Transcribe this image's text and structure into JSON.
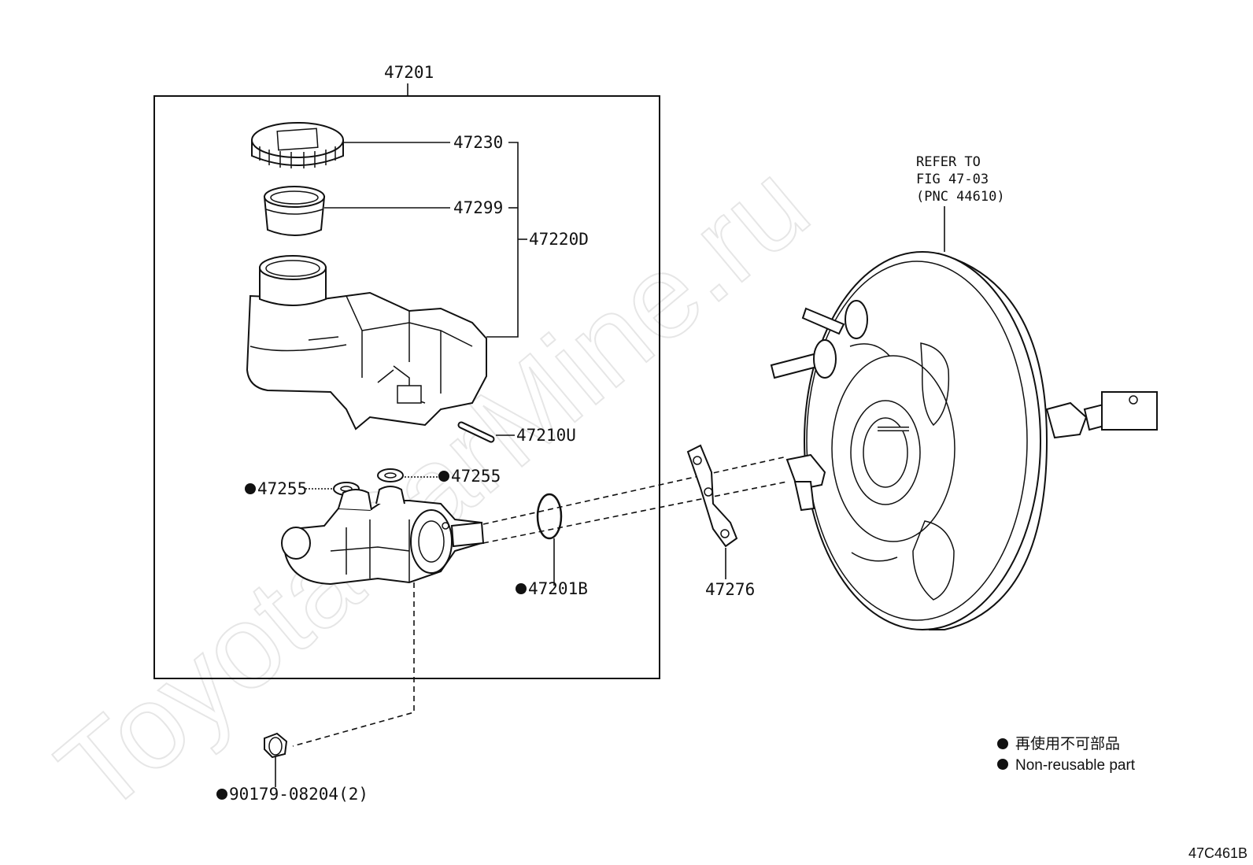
{
  "watermark": "ToyotaCarMine.ru",
  "parts": {
    "assembly": "47201",
    "cap": "47230",
    "strainer": "47299",
    "reservoir_set": "47220D",
    "pin": "47210U",
    "grommet_left": "47255",
    "grommet_right": "47255",
    "o_ring": "47201B",
    "gasket": "47276",
    "nut": "90179-08204(2)"
  },
  "reference": {
    "line1": "REFER TO",
    "line2": "FIG 47-03",
    "line3": "(PNC 44610)"
  },
  "legend": {
    "line1": "再使用不可部品",
    "line2": "Non-reusable part"
  },
  "figure_code": "47C461B",
  "colors": {
    "ink": "#111111",
    "watermark": "#e6e6e6",
    "background": "#ffffff"
  }
}
